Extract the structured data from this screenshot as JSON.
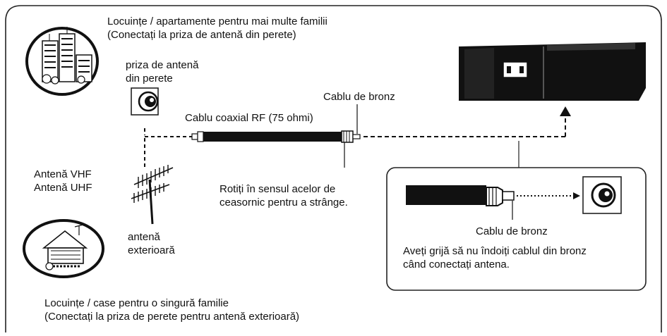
{
  "apartments": {
    "title": "Locuințe / apartamente pentru mai multe familii",
    "subtitle": "(Conectați la priza de antenă din perete)"
  },
  "wall_socket": {
    "line1": "priza de antenă",
    "line2": "din perete"
  },
  "coax_cable_label": "Cablu coaxial RF (75 ohmi)",
  "bronze_cable_top": "Cablu de bronz",
  "antenna_labels": {
    "vhf": "Antenă VHF",
    "uhf": "Antenă UHF"
  },
  "outdoor_antenna": {
    "line1": "antenă",
    "line2": "exterioară"
  },
  "rotate_note": {
    "line1": "Rotiți în sensul acelor de",
    "line2": "ceasornic pentru a strânge."
  },
  "inset": {
    "bronze_label": "Cablu de bronz",
    "warning_line1": "Aveți grijă să nu îndoiți cablul din bronz",
    "warning_line2": "când conectați antena."
  },
  "house": {
    "title": "Locuințe / case pentru o singură familie",
    "subtitle": "(Conectați la priza de perete pentru antenă exterioară)"
  }
}
